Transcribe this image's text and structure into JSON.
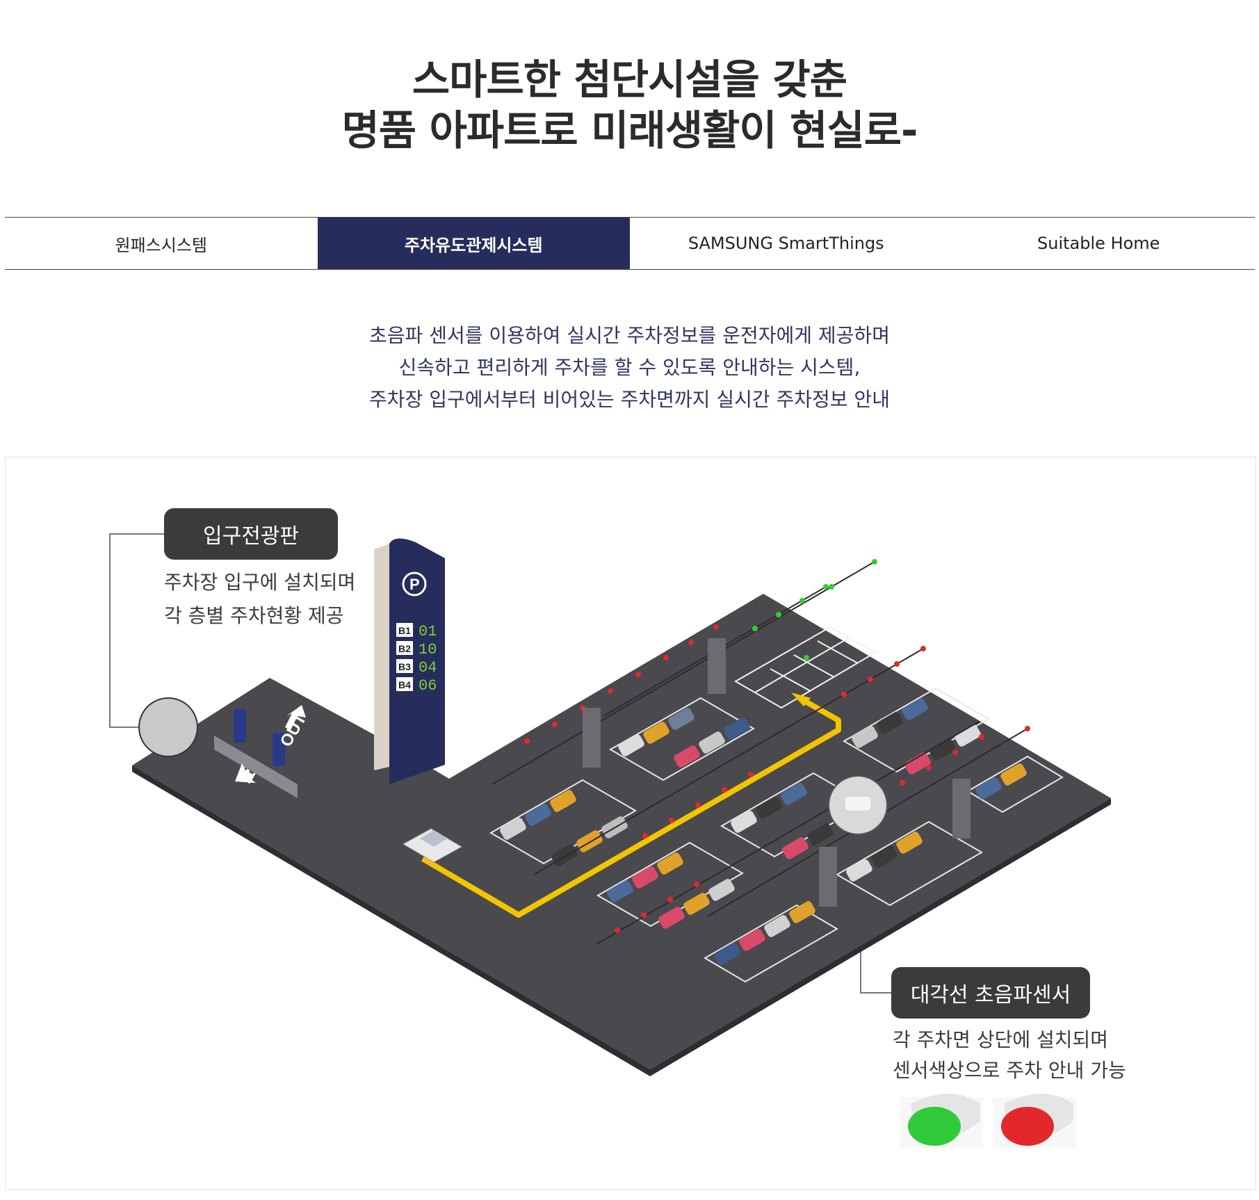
{
  "headline": {
    "line1": "스마트한 첨단시설을 갖춘",
    "line2": "명품 아파트로 미래생활이 현실로-"
  },
  "tabs": [
    {
      "label": "원패스시스템",
      "active": false
    },
    {
      "label": "주차유도관제시스템",
      "active": true
    },
    {
      "label": "SAMSUNG SmartThings",
      "active": false
    },
    {
      "label": "Suitable Home",
      "active": false
    }
  ],
  "description": {
    "lines": [
      "초음파 센서를 이용하여 실시간 주차정보를 운전자에게 제공하며",
      "신속하고 편리하게 주차를 할 수 있도록 안내하는 시스템,",
      "주차장 입구에서부터 비어있는 주차면까지 실시간 주차정보 안내"
    ]
  },
  "diagram": {
    "entrance_board": {
      "title": "입구전광판",
      "desc1": "주차장 입구에 설치되며",
      "desc2": "각 층별 주차현황 제공"
    },
    "sensor": {
      "title": "대각선 초음파센서",
      "desc1": "각 주차면 상단에 설치되며",
      "desc2": "센서색상으로 주차 안내 가능"
    },
    "sign_symbol": "P",
    "floors": [
      {
        "floor": "B1",
        "count": "01"
      },
      {
        "floor": "B2",
        "count": "10"
      },
      {
        "floor": "B3",
        "count": "04"
      },
      {
        "floor": "B4",
        "count": "06"
      }
    ],
    "road_marks": {
      "in": "IN",
      "out": "OUT"
    },
    "colors": {
      "navy": "#262c5c",
      "asphalt": "#4a494d",
      "route": "#f2c500",
      "sensor_green": "#33cc33",
      "sensor_red": "#e02a2a",
      "digits": "#7ad13a"
    }
  }
}
